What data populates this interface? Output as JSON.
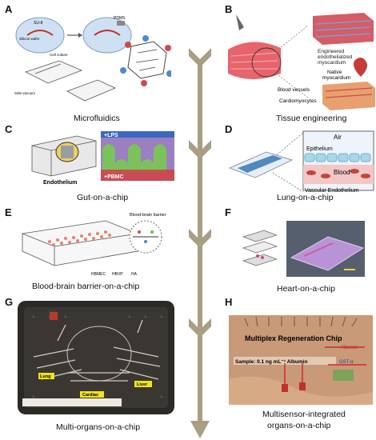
{
  "panels": [
    {
      "letter": "A",
      "caption": "Microfluidics"
    },
    {
      "letter": "B",
      "caption": "Tissue engineering"
    },
    {
      "letter": "C",
      "caption": "Gut-on-a-chip"
    },
    {
      "letter": "D",
      "caption": "Lung-on-a-chip"
    },
    {
      "letter": "E",
      "caption": "Blood-brain barrier-on-a-chip"
    },
    {
      "letter": "F",
      "caption": "Heart-on-a-chip"
    },
    {
      "letter": "G",
      "caption": "Multi-organs-on-a-chip"
    },
    {
      "letter": "H",
      "caption_line1": "Multisensor-integrated",
      "caption_line2": "organs-on-a-chip"
    }
  ],
  "labels": {
    "a_su8": "SU-8",
    "a_pdms": "PDMS",
    "a_wafer": "Silicon wafer",
    "a_cell_culture": "Cell culture",
    "a_side_vacuum": "Side vacuum",
    "b_engineered": "Engineered",
    "b_endothelialized": "endothelialized",
    "b_myocardium": "myocardium",
    "b_native": "Native",
    "b_native_myo": "myocardium",
    "b_blood_vessels": "Blood vessels",
    "b_cardiomyocytes": "Cardiomyocytes",
    "c_endothelium": "Endothelium",
    "c_lps": "+LPS",
    "c_pbmc": "+PBMC",
    "d_air": "Air",
    "d_epithelium": "Epithelium",
    "d_blood": "Blood",
    "d_vascular": "Vascular Endothelium",
    "e_bbb": "Blood-brain barrier",
    "e_hbmec": "HBMEC",
    "e_hbvp": "HBVP",
    "e_ha": "HA",
    "g_lung": "Lung",
    "g_cardiac": "Cardiac",
    "g_liver": "Liver",
    "h_title": "Multiplex Regeneration Chip",
    "h_sample": "Sample: 0.1 ng mL⁻¹ Albumin",
    "h_albumin": "Albumin",
    "h_gst": "GST-α"
  },
  "colors": {
    "arrow": "#a89e84",
    "water_blue": "#cfe0f2",
    "tissue_pink": "#e8646c",
    "gut_purple": "#9b7fc1",
    "lung_blue": "#2a6fb4",
    "blood_red": "#c2453b",
    "dark_photo": "#2c2a27",
    "h_bg": "#c89a78"
  }
}
